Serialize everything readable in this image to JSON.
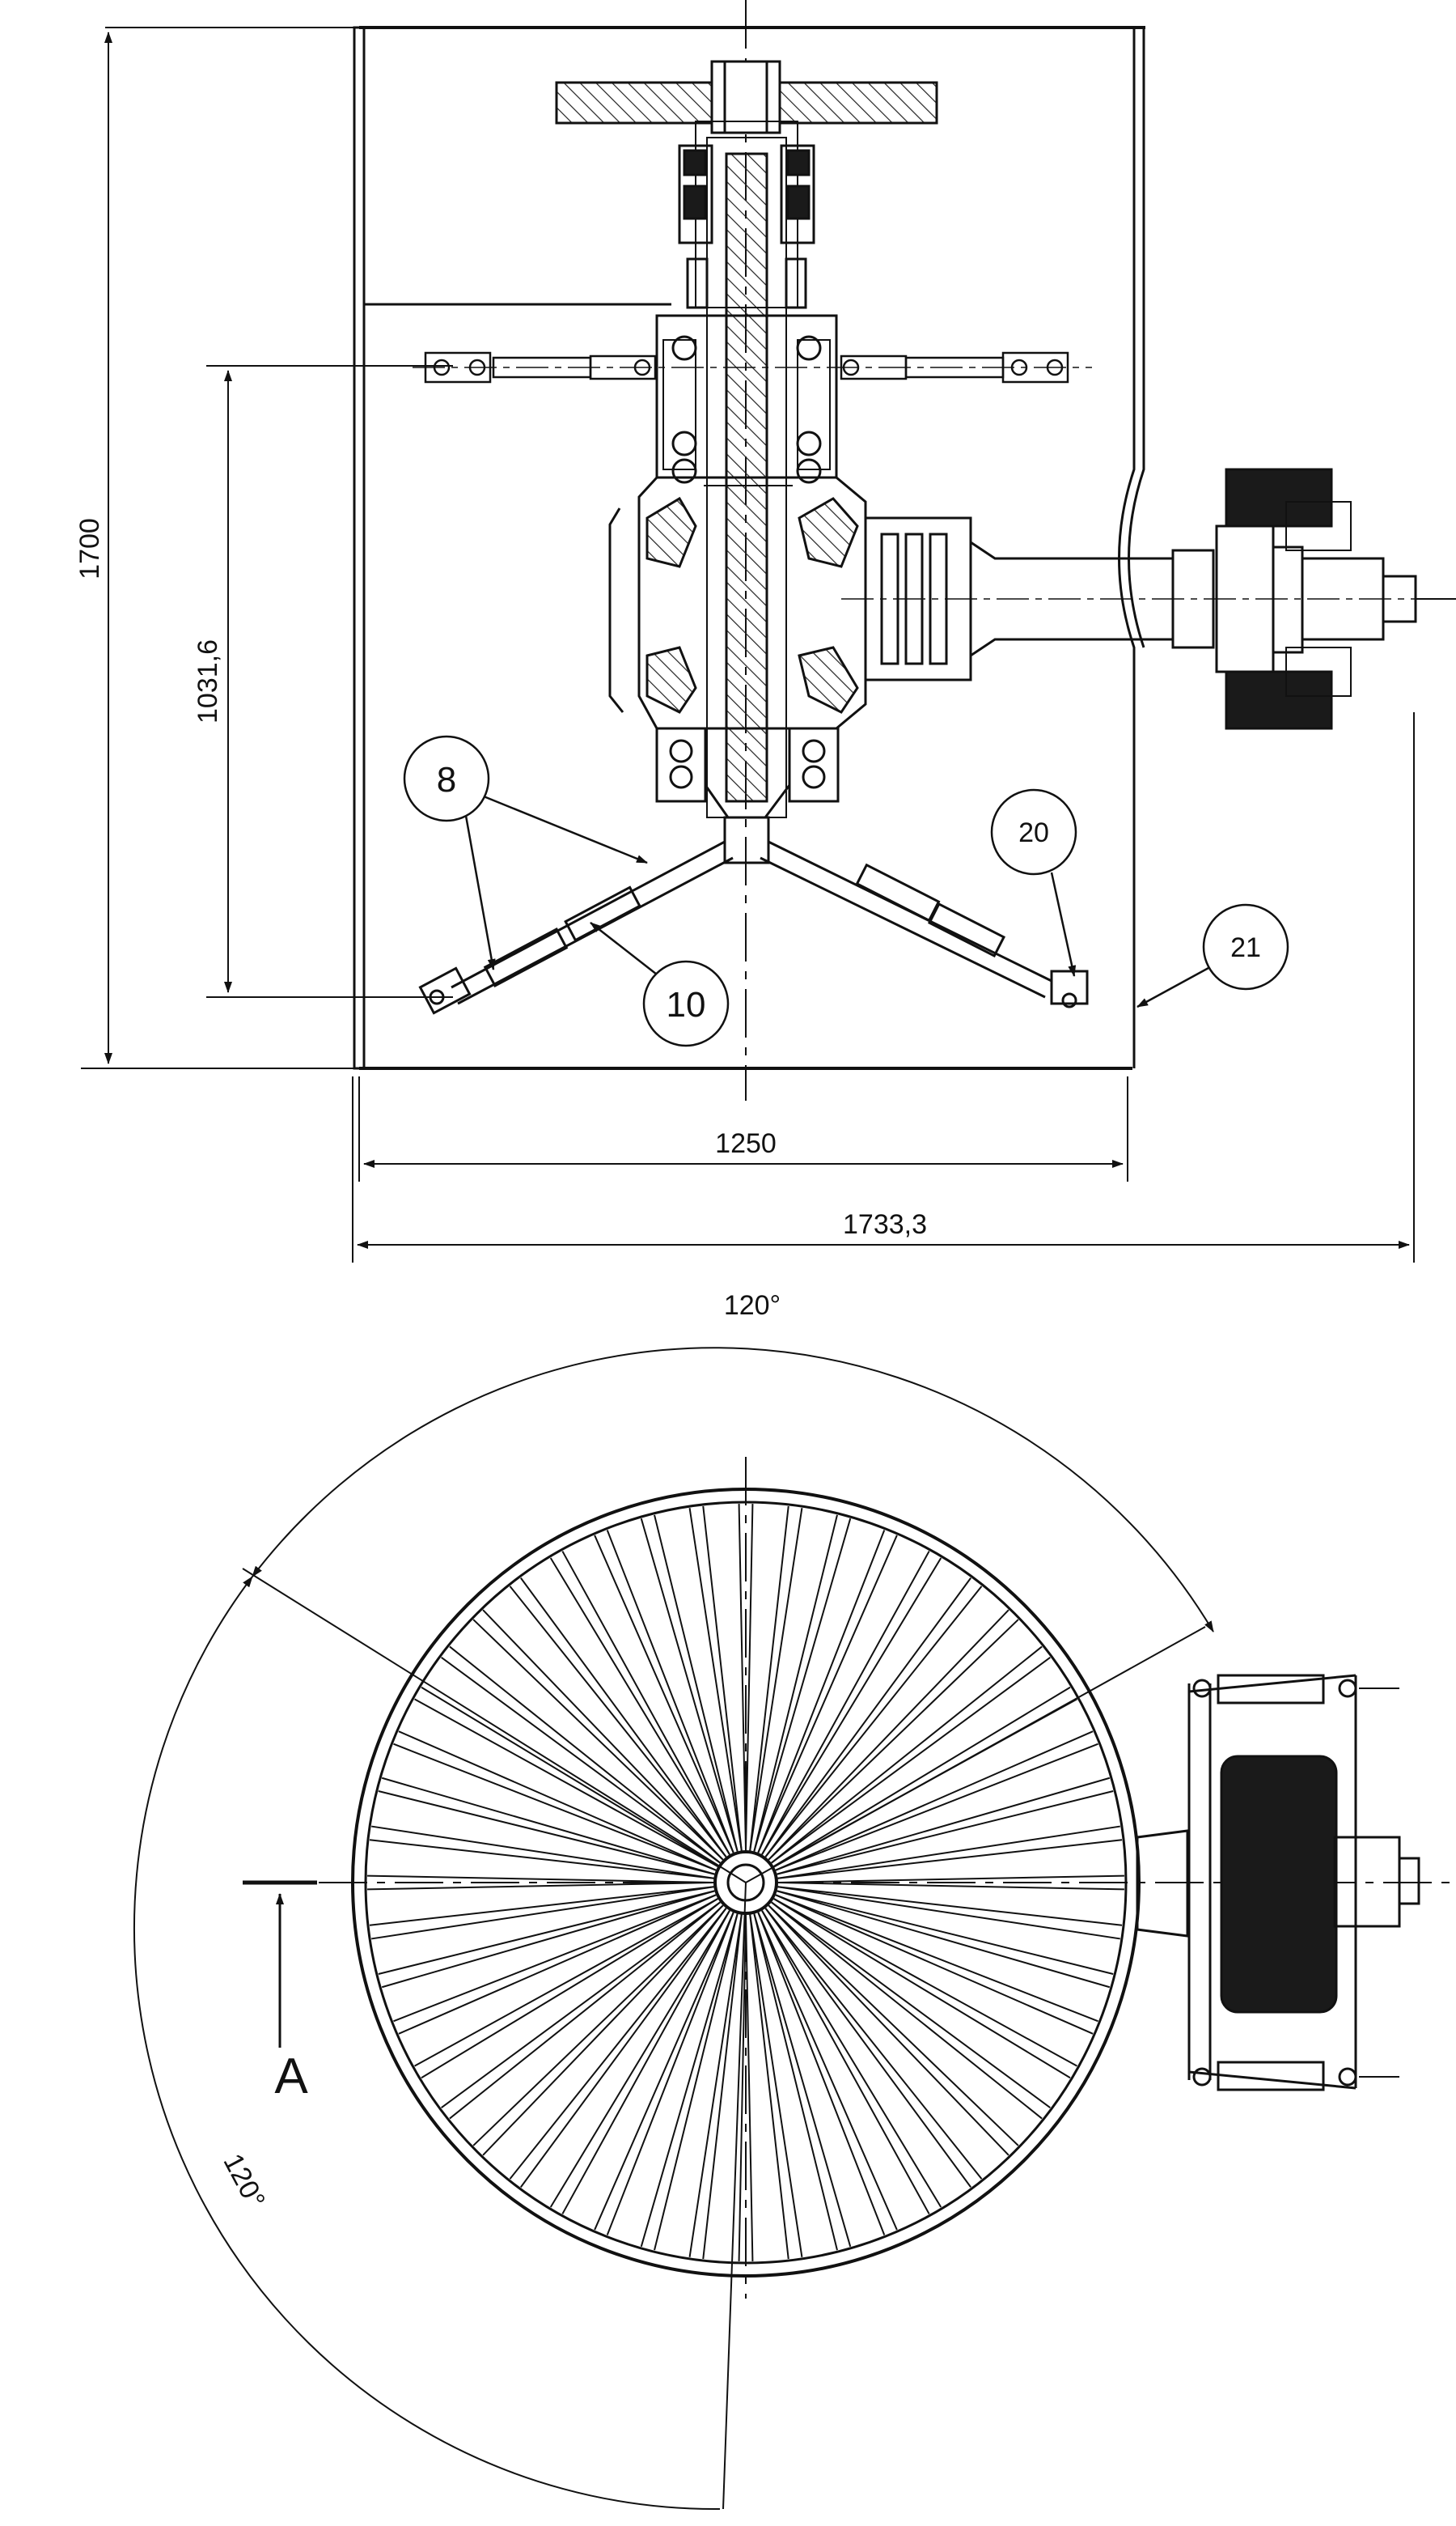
{
  "dimensions": {
    "height_total": "1700",
    "height_stand": "1031,6",
    "width_vessel": "1250",
    "width_total": "1733,3",
    "angle_top": "120°",
    "angle_left": "120°"
  },
  "callouts": {
    "item_8": "8",
    "item_10": "10",
    "item_20": "20",
    "item_21": "21"
  },
  "view_label": "A",
  "line_color": "#111111",
  "hatch_color": "#222222",
  "fill_dark": "#1a1a1a"
}
